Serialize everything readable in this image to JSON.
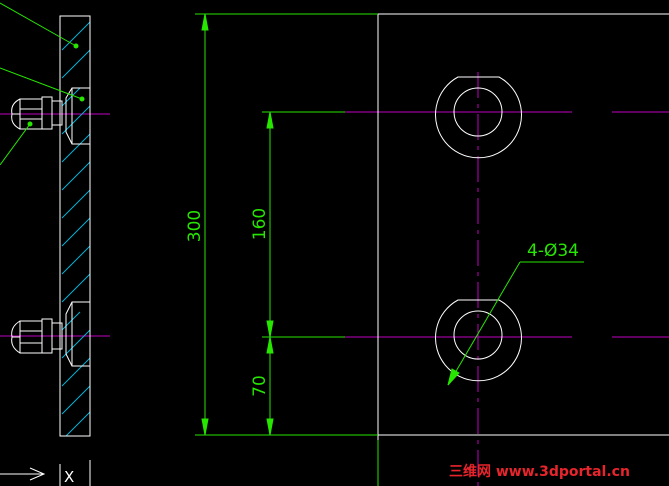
{
  "drawing": {
    "dimensions": {
      "overall": "300",
      "hole_spacing": "160",
      "bottom_offset": "70"
    },
    "hole_callout": "4-Ø34",
    "axis_indicator": "X",
    "watermark": "三维网 www.3dportal.cn",
    "colors": {
      "background": "#000000",
      "geometry": "#ffffff",
      "dimension": "#27e600",
      "centerline": "#c000c0",
      "hatch": "#00b4d8",
      "leader": "#27e600",
      "watermark": "#e8242c"
    }
  }
}
